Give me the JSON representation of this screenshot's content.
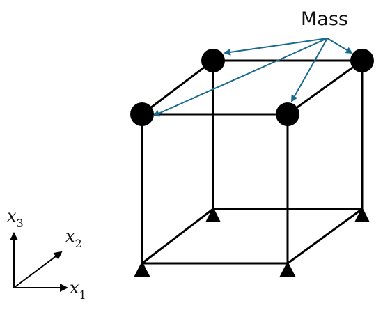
{
  "annotation": {
    "label": "Mass"
  },
  "axes": {
    "x1": {
      "symbol": "x",
      "subscript": "1"
    },
    "x2": {
      "symbol": "x",
      "subscript": "2"
    },
    "x3": {
      "symbol": "x",
      "subscript": "3"
    }
  },
  "colors": {
    "frame": "#000000",
    "arrow": "#1a6a8e"
  }
}
